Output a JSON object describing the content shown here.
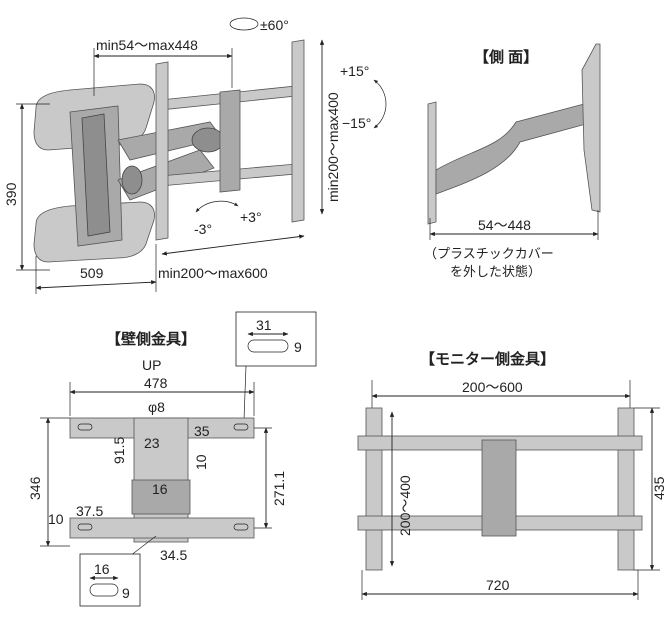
{
  "headings": {
    "side": "【側 面】",
    "wall": "【壁側金具】",
    "monitor": "【モニター側金具】"
  },
  "main_view": {
    "swivel": "±60°",
    "arm_range": "min54～max448",
    "tilt_up": "+15°",
    "tilt_down": "−15°",
    "vertical_range": "min200～max400",
    "height": "390",
    "depth": "509",
    "horizontal_range": "min200～max600",
    "level_minus": "-3°",
    "level_plus": "+3°"
  },
  "side_view": {
    "depth_range": "54～448",
    "note_line1": "（プラスチックカバー",
    "note_line2": "を外した状態）"
  },
  "wall_plate": {
    "slot_top_w": "31",
    "slot_top_h": "9",
    "up_label": "UP",
    "width": "478",
    "hole_dia": "φ8",
    "d35": "35",
    "d91_5": "91.5",
    "d23": "23",
    "d10_center": "10",
    "d16_center": "16",
    "height": "346",
    "pitch": "271.1",
    "d37_5": "37.5",
    "d10_left": "10",
    "d34_5": "34.5",
    "slot_bottom_w": "16",
    "slot_bottom_h": "9"
  },
  "monitor_bracket": {
    "h_range": "200～600",
    "v_range": "200～400",
    "height": "435",
    "width": "720"
  }
}
